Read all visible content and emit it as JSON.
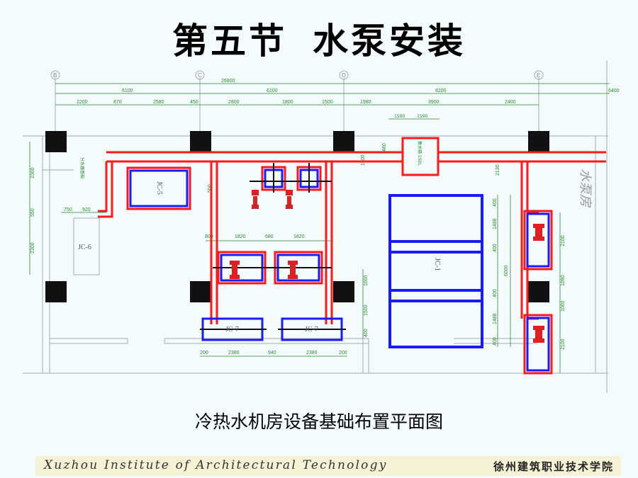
{
  "slide": {
    "title_a": "第五节",
    "title_b": "水泵安装",
    "caption": "冷热水机房设备基础布置平面图",
    "footer_en": "Xuzhou Institute of Architectural Technology",
    "footer_cn": "徐州建筑职业技术学院"
  },
  "plan": {
    "axes": [
      "B",
      "C",
      "D",
      "E"
    ],
    "room_label": "水泵房",
    "foundations": {
      "jc1": "JC-1",
      "jc5": "JC-5",
      "jc6": "JC-6",
      "jc7a": "JC-7",
      "jc7b": "JC-7"
    },
    "tank_label": "集水箱 150L",
    "side_note": "分水器基础",
    "dims_top_total": "26800",
    "dims_top": [
      "6100",
      "6100",
      "8200",
      "6400"
    ],
    "dims_row2": [
      "2200",
      "870",
      "2580",
      "450",
      "2800",
      "1800",
      "1500",
      "1980",
      "3900",
      "2400"
    ],
    "dims_left": [
      "2300",
      "550",
      "2300"
    ],
    "dims_left_small": [
      "750",
      "920"
    ],
    "dims_mid": [
      "800",
      "1820",
      "680",
      "1820"
    ],
    "dims_bottom": [
      "200",
      "2380",
      "940",
      "2380",
      "200"
    ],
    "dims_tank": [
      "1590",
      "1590"
    ],
    "dims_right_col": [
      "400",
      "1488",
      "400",
      "400",
      "1488",
      "400"
    ],
    "dims_jc1_height": "6000",
    "dims_right_edge": [
      "2100",
      "1090",
      "1000",
      "2100"
    ],
    "dims_c_col": [
      "1000",
      "1500",
      "400"
    ],
    "dims_c_top": [
      "2130"
    ],
    "dims_misc": [
      "500",
      "1500",
      "480"
    ]
  }
}
